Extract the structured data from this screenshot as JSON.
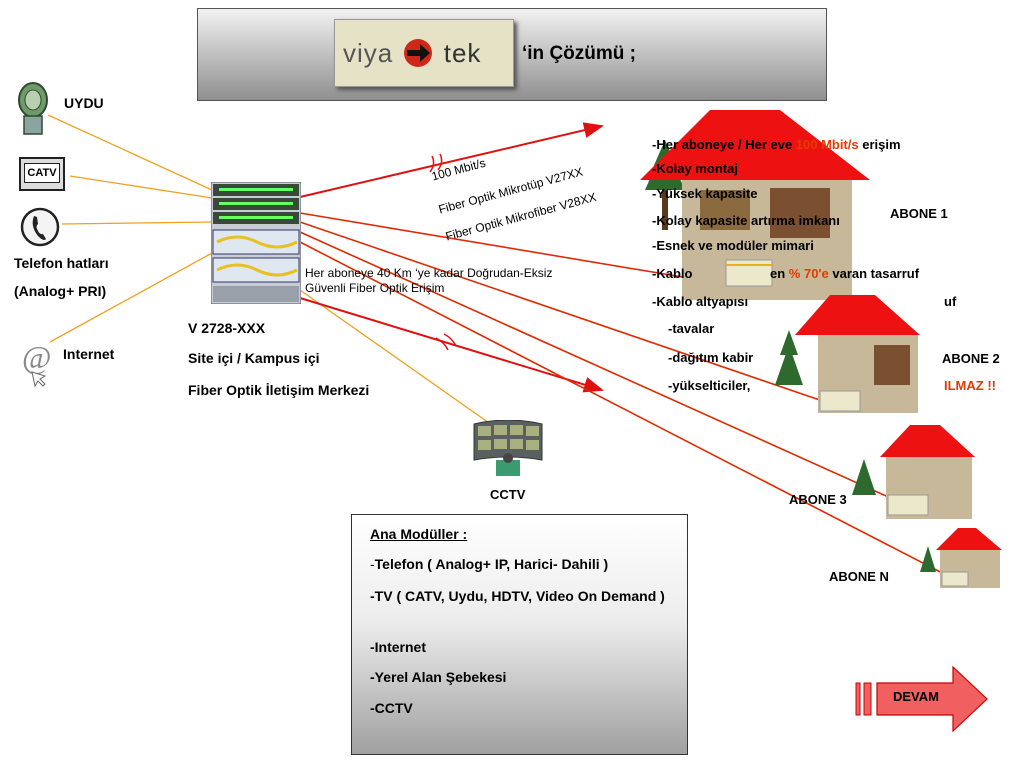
{
  "header": {
    "logo_left": "viya",
    "logo_right": "tek",
    "tagline": "‘in Çözümü ;"
  },
  "sources": {
    "uydu": "UYDU",
    "catv_icon_text": "CATV",
    "telefon": "Telefon hatları",
    "telefon_sub": "(Analog+ PRI)",
    "internet": "Internet"
  },
  "center": {
    "model": "V 2728-XXX",
    "site": "Site içi / Kampus içi",
    "merkez": "Fiber Optik İletişim Merkezi",
    "cctv": "CCTV"
  },
  "links": {
    "speed": "100 Mbit/s",
    "mikrotup": "Fiber Optik Mikrotüp V27XX",
    "mikrofiber": "Fiber Optik Mikrofiber V28XX",
    "note_line1": "Her aboneye 40 Km ‘ye kadar Doğrudan-Eksiz",
    "note_line2": "Güvenli Fiber Optik Erişim"
  },
  "benefits": {
    "b1_prefix": "-Her aboneye / Her eve ",
    "b1_highlight": "100 Mbit/s",
    "b1_suffix": " erişim",
    "b2": "-Kolay montaj",
    "b3": "-Yüksek kapasite",
    "b4": "-Kolay kapasite artırma imkanı",
    "b5": "-Esnek ve modüler mimari",
    "b6_prefix": "-Kablo",
    "b6_mid": "en ",
    "b6_highlight": "% 70'e",
    "b6_suffix": " varan tasarruf",
    "b7_prefix": "-Kablo altyapısı",
    "b7_suffix": "uf",
    "b8": "-tavalar",
    "b9": "-dağıtım kabir",
    "b10": "-yükselticiler,",
    "b11": "ILMAZ !!"
  },
  "subscribers": {
    "a1": "ABONE 1",
    "a2": "ABONE 2",
    "a3": "ABONE 3",
    "an": "ABONE N"
  },
  "modules": {
    "title": "Ana Modüller :",
    "m1_dash": "-",
    "m1": "Telefon ( Analog+ IP, Harici- Dahili )",
    "m2": "-TV ( CATV, Uydu, HDTV, Video On Demand )",
    "m3": "-Internet",
    "m4": "-Yerel Alan Şebekesi",
    "m5": "-CCTV"
  },
  "nav": {
    "devam": "DEVAM"
  },
  "colors": {
    "fiber_red": "#e01010",
    "feed_orange": "#f0a020",
    "roof_red": "#ee1111",
    "accent_red": "#e23c00"
  }
}
